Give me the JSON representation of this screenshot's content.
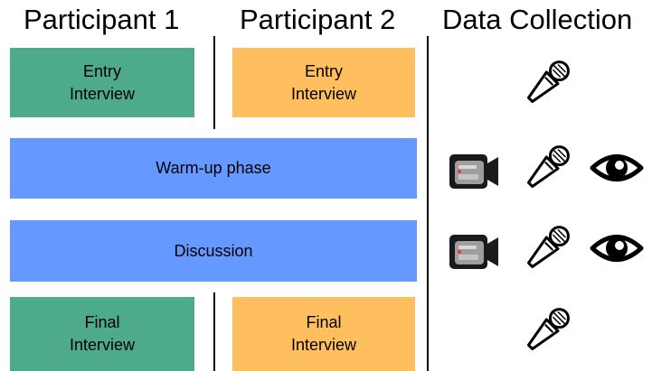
{
  "headers": {
    "participant1": "Participant 1",
    "participant2": "Participant 2",
    "data_collection": "Data Collection"
  },
  "rows": {
    "entry_p1": [
      "Entry",
      "Interview"
    ],
    "entry_p2": [
      "Entry",
      "Interview"
    ],
    "warmup": "Warm-up phase",
    "discussion": "Discussion",
    "final_p1": [
      "Final",
      "Interview"
    ],
    "final_p2": [
      "Final",
      "Interview"
    ]
  },
  "icons": {
    "entry": [
      "microphone-icon"
    ],
    "warmup": [
      "video-camera-icon",
      "microphone-icon",
      "eye-icon"
    ],
    "discussion": [
      "video-camera-icon",
      "microphone-icon",
      "eye-icon"
    ],
    "final": [
      "microphone-icon"
    ]
  },
  "colors": {
    "participant1": "#4daa8a",
    "participant2": "#ffbf5e",
    "shared": "#6699ff"
  }
}
